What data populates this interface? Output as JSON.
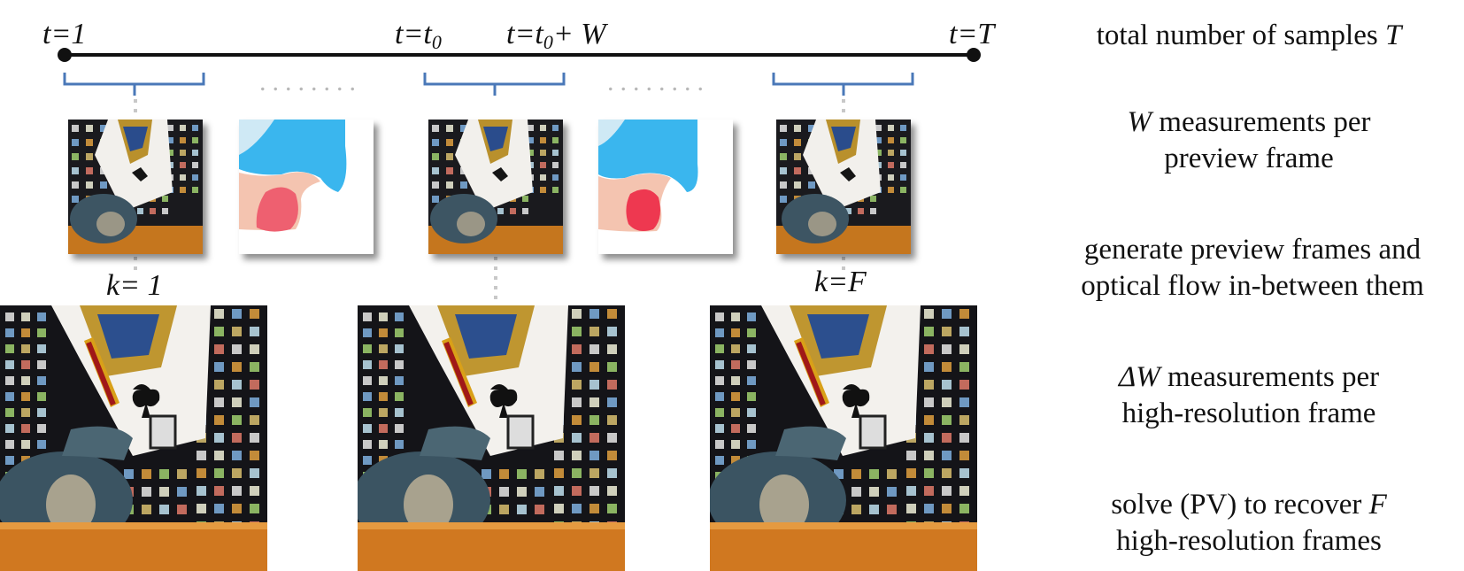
{
  "timeline": {
    "labels": {
      "start": {
        "var": "t",
        "eq": "=",
        "val": "1",
        "sub": ""
      },
      "t0": {
        "var": "t",
        "eq": "=",
        "val": "t",
        "sub": "0"
      },
      "t0w": {
        "var": "t",
        "eq": "=",
        "val": "t",
        "sub": "0",
        "tail": "+ W"
      },
      "end": {
        "var": "t",
        "eq": "=",
        "val": "T",
        "sub": ""
      }
    },
    "ellipsis": "........"
  },
  "frame_labels": {
    "first": "k= 1",
    "last": "k=F"
  },
  "descriptions": [
    {
      "pre": "total number of  samples ",
      "em": "T",
      "post": ""
    },
    {
      "pre": "",
      "em": "W",
      "post": " measurements per preview frame"
    },
    {
      "pre": "generate preview frames and optical flow in-between them",
      "em": "",
      "post": ""
    },
    {
      "pre": "",
      "em": "ΔW",
      "post": " measurements per high-resolution frame"
    },
    {
      "pre": "solve (PV) to recover ",
      "em": "F",
      "post": " high-resolution frames"
    }
  ],
  "colors": {
    "timeline": "#111111",
    "bracket": "#4a78b8",
    "connector": "#c8c8c8",
    "flow_blue": "#3ab6ee",
    "flow_red": "#ee6070",
    "table_orange": "#d47a1c"
  }
}
